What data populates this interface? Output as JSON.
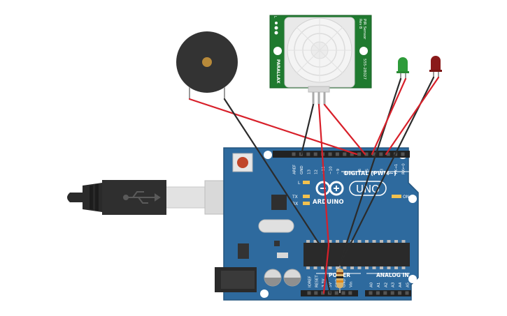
{
  "arduino": {
    "brand": "ARDUINO",
    "model": "UNO",
    "digital_label": "DIGITAL (PWM~)",
    "analog_label": "ANALOG IN",
    "power_label": "POWER",
    "on_label": "ON",
    "led_l": "L",
    "led_tx": "TX",
    "led_rx": "RX",
    "digital_pins": [
      "AREF",
      "GND",
      "13",
      "12",
      "~11",
      "~10",
      "~9",
      "8",
      "7",
      "~6",
      "~5",
      "4",
      "~3",
      "2",
      "TX→1",
      "RX←0"
    ],
    "power_pins": [
      "IOREF",
      "RESET",
      "3.3V",
      "5V",
      "GND",
      "GND",
      "Vin"
    ],
    "analog_pins": [
      "A0",
      "A1",
      "A2",
      "A3",
      "A4",
      "A5"
    ]
  },
  "pir": {
    "label_left": "PARALLAX",
    "label_right_top": "PIR Sensor",
    "label_right_sub": "Rev B",
    "part_number": "555-28027",
    "jumper_label": "L"
  },
  "colors": {
    "board": "#2e6a9e",
    "wire_red": "#d8202a",
    "wire_black": "#2b2b2b",
    "pcb_green": "#1f7a2f",
    "led_green": "#2e9b3a",
    "led_red": "#8a1a1a"
  }
}
